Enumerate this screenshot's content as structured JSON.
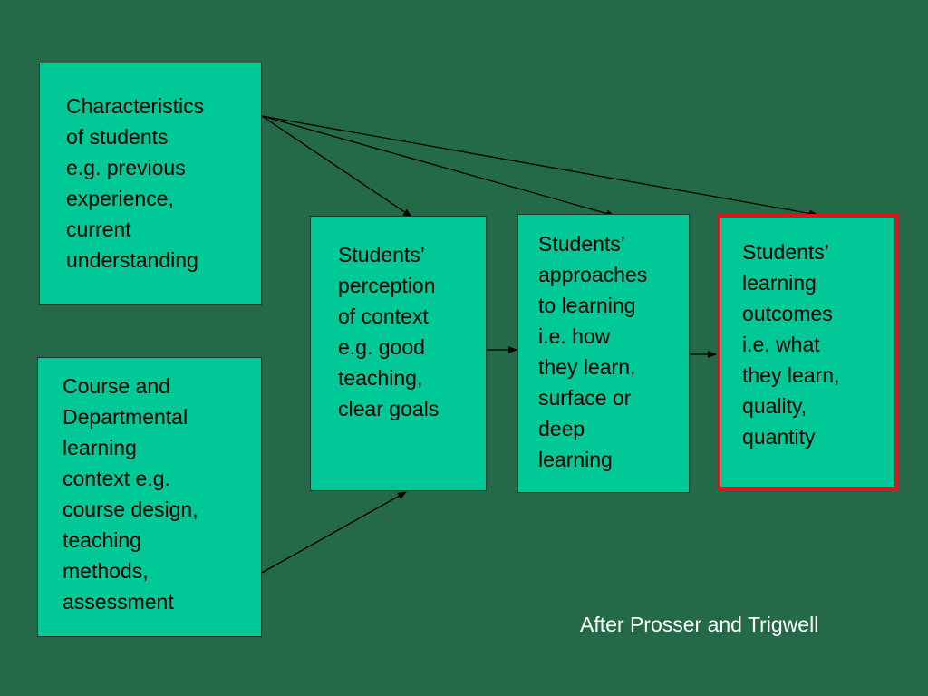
{
  "diagram": {
    "boxes": {
      "characteristics": "Characteristics\nof students\ne.g. previous\nexperience,\ncurrent\nunderstanding",
      "context": "Course and\nDepartmental\nlearning\ncontext e.g.\ncourse design,\nteaching\nmethods,\nassessment",
      "perception": "Students’\nperception\nof context\ne.g. good\nteaching,\nclear goals",
      "approaches": "Students’\napproaches\nto learning\ni.e. how\nthey learn,\nsurface or\ndeep\nlearning",
      "outcomes": "Students’\nlearning\noutcomes\ni.e. what\nthey learn,\nquality,\nquantity"
    },
    "caption": "After Prosser and Trigwell"
  },
  "colors": {
    "background": "#246a48",
    "box_fill": "#00c896",
    "highlight_border": "#e0141c",
    "arrow": "#000000",
    "caption": "#ffffff"
  }
}
